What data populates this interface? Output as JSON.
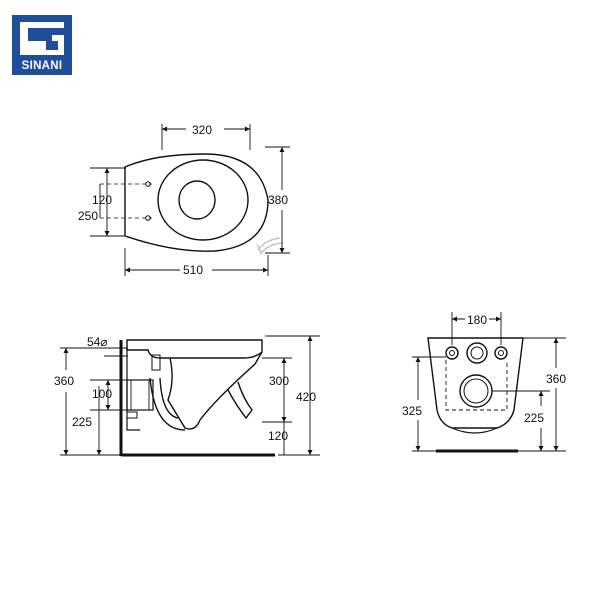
{
  "brand": {
    "name": "SINANI",
    "color": "#1f4e9a"
  },
  "top_view": {
    "width_seat": "320",
    "side_gap_top": "120",
    "side_height": "250",
    "depth": "380",
    "length": "510"
  },
  "side_view": {
    "outlet": "54⌀",
    "total_height_left": "360",
    "pipe_height": "100",
    "bottom_height": "225",
    "height_mid": "300",
    "height_right": "420",
    "lower_height": "120"
  },
  "front_view": {
    "bolt_spacing": "180",
    "height_right": "360",
    "height_left": "325",
    "lower_right": "225"
  }
}
